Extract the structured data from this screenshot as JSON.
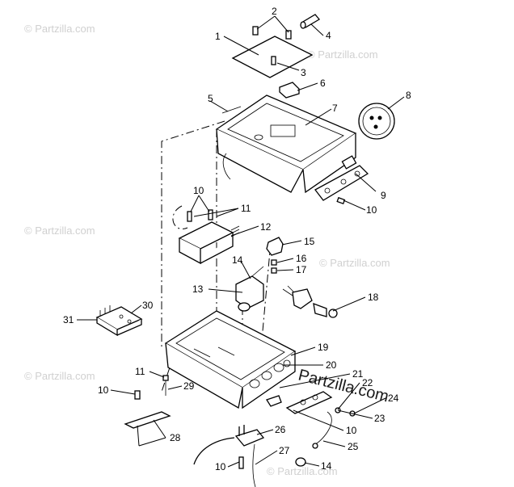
{
  "watermarks": [
    "© Partzilla.com",
    "© Partzilla.com",
    "© Partzilla.com",
    "© Partzilla.com",
    "© Partzilla.com",
    "© Partzilla.com"
  ],
  "brand_watermark": "Partzilla.com",
  "callouts": [
    "1",
    "2",
    "3",
    "4",
    "5",
    "6",
    "7",
    "8",
    "9",
    "10",
    "10",
    "11",
    "12",
    "15",
    "14",
    "16",
    "17",
    "13",
    "18",
    "31",
    "30",
    "19",
    "20",
    "21",
    "22",
    "11",
    "29",
    "10",
    "24",
    "23",
    "10",
    "28",
    "26",
    "25",
    "10",
    "27",
    "14"
  ]
}
